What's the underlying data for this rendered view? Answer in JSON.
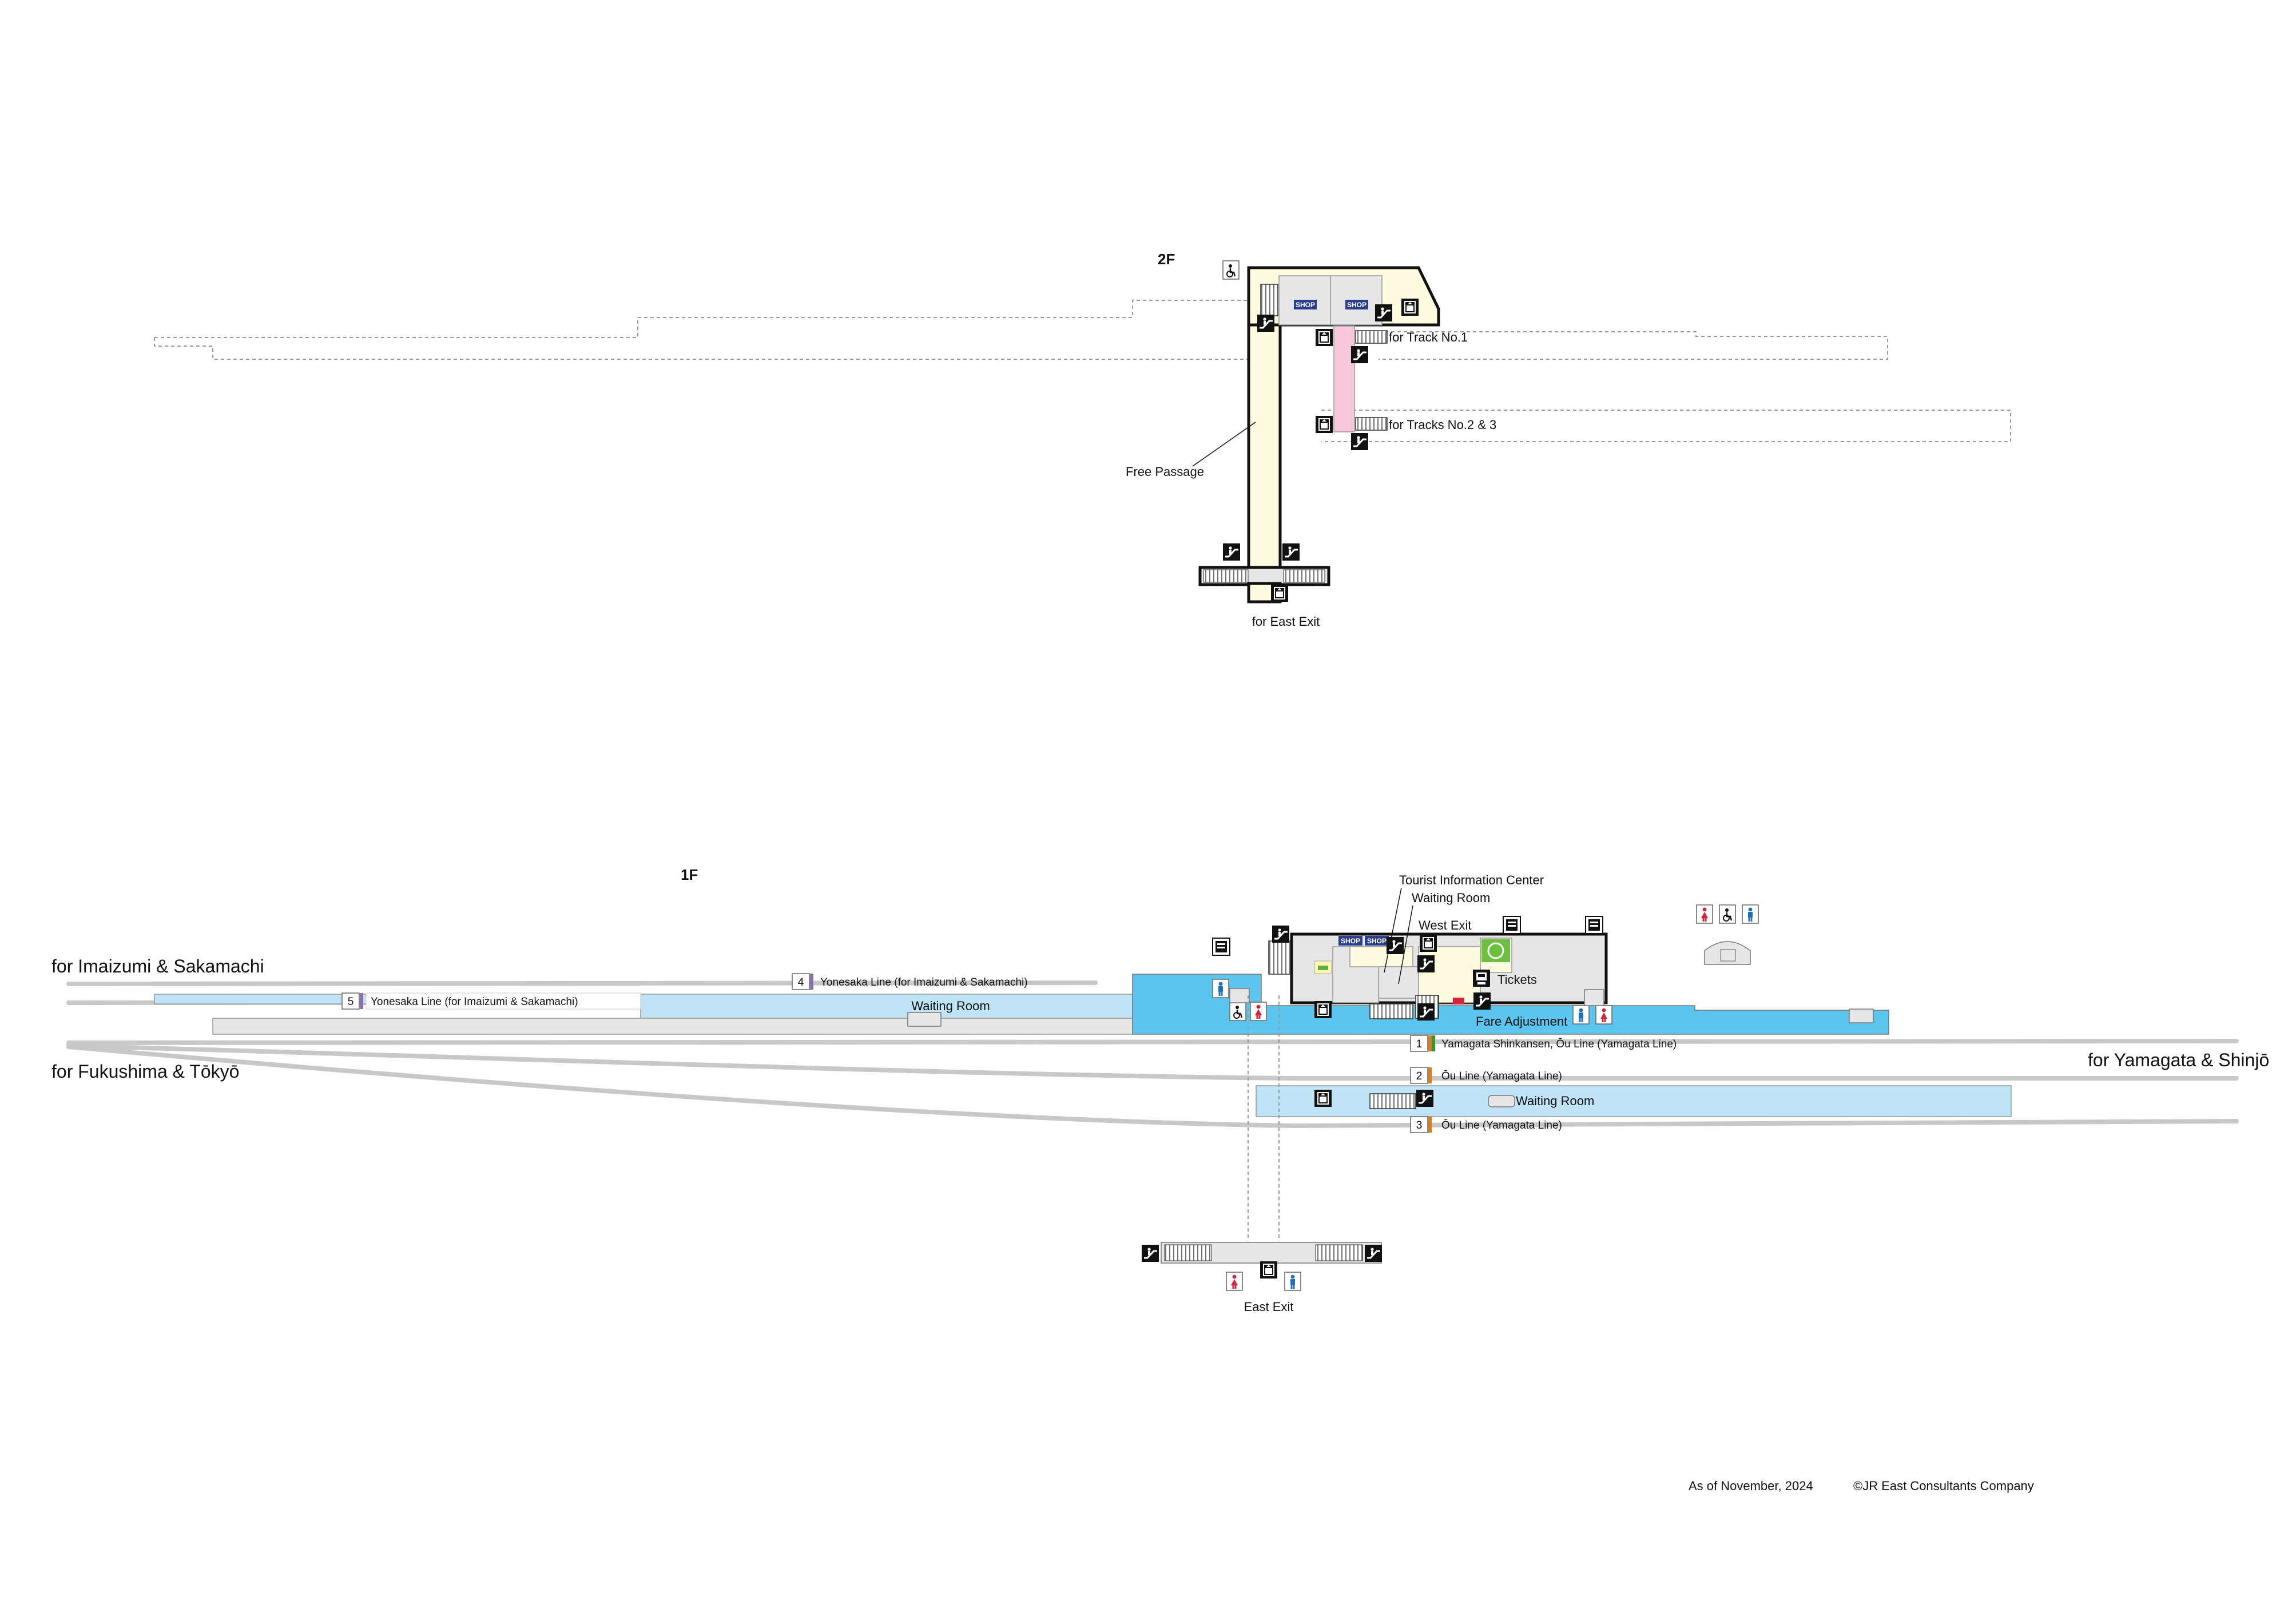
{
  "floors": {
    "second": "2F",
    "first": "1F"
  },
  "labels2f": {
    "free_passage": "Free Passage",
    "for_track1": "for Track No.1",
    "for_tracks23": "for Tracks No.2 & 3",
    "for_east_exit": "for East Exit"
  },
  "labels1f": {
    "tourist_info": "Tourist Information Center",
    "waiting_room_upper": "Waiting Room",
    "west_exit": "West Exit",
    "tickets": "Tickets",
    "fare_adjustment": "Fare Adjustment",
    "waiting_room_left": "Waiting Room",
    "waiting_room_right": "Waiting Room",
    "east_exit": "East Exit"
  },
  "shop_label": "SHOP",
  "directions": {
    "imaizumi": "for Imaizumi & Sakamachi",
    "fukushima": "for Fukushima & Tōkyō",
    "yamagata": "for Yamagata & Shinjō"
  },
  "tracks": [
    {
      "number": "5",
      "line": "Yonesaka Line (for Imaizumi & Sakamachi)",
      "color": "#8b6fae"
    },
    {
      "number": "4",
      "line": "Yonesaka Line (for Imaizumi & Sakamachi)",
      "color": "#8b6fae"
    },
    {
      "number": "1",
      "line": "Yamagata Shinkansen, Ōu Line (Yamagata Line)",
      "color": "#e07b1a",
      "color2": "#2e9a3e"
    },
    {
      "number": "2",
      "line": "Ōu Line (Yamagata Line)",
      "color": "#e07b1a"
    },
    {
      "number": "3",
      "line": "Ōu Line (Yamagata Line)",
      "color": "#e07b1a"
    }
  ],
  "footer": {
    "date": "As of November, 2024",
    "copyright": "©JR East Consultants Company"
  },
  "colors": {
    "concourse": "#5bc4ef",
    "platform": "#bfe4f6",
    "passage": "#fffbe0",
    "connector": "#f7c8dc",
    "facility": "#e6e6e6",
    "ticket_green": "#6cbf3f",
    "toilet_male": "#1f6fbf",
    "toilet_female": "#d3243a"
  },
  "icons": {
    "elevator": "elevator-icon",
    "escalator": "escalator-icon",
    "wheelchair": "wheelchair-icon",
    "locker": "coin-locker-icon",
    "toilet": "toilet-icon",
    "ticket_machine": "ticket-machine-icon",
    "stairs": "stairs-icon"
  }
}
